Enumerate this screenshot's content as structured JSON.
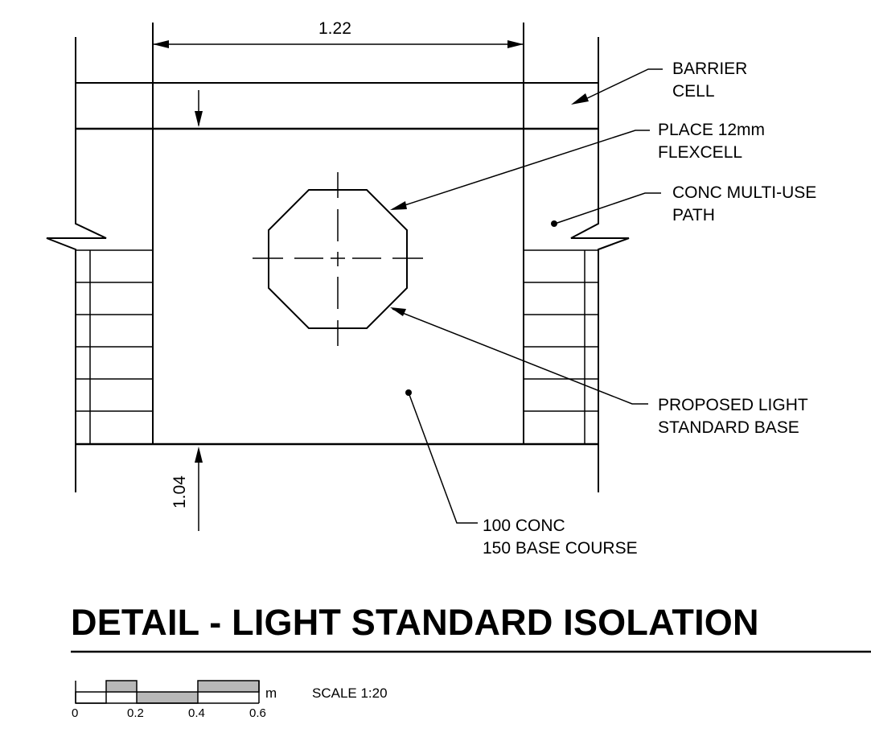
{
  "dimensions": {
    "width": "1.22",
    "depth": "1.04"
  },
  "labels": {
    "barrier_cell": [
      "BARRIER",
      "CELL"
    ],
    "flexcell": [
      "PLACE 12mm",
      "FLEXCELL"
    ],
    "multi_use_path": [
      "CONC MULTI-USE",
      "PATH"
    ],
    "light_base": [
      "PROPOSED LIGHT",
      "STANDARD BASE"
    ],
    "base_course": [
      "100 CONC",
      "150 BASE COURSE"
    ]
  },
  "title": "DETAIL - LIGHT STANDARD ISOLATION",
  "scale_bar": {
    "ticks": [
      "0",
      "0.2",
      "0.4",
      "0.6"
    ],
    "unit": "m",
    "scale_text": "SCALE 1:20"
  }
}
